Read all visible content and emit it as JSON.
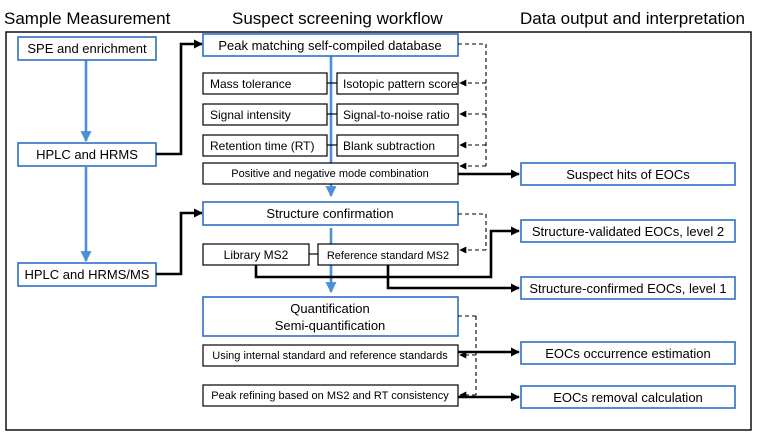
{
  "headers": {
    "left": "Sample Measurement",
    "middle": "Suspect screening workflow",
    "right": "Data output and interpretation"
  },
  "sample": {
    "spe": "SPE and enrichment",
    "hplc_hrms": "HPLC and HRMS",
    "hplc_hrmsms": "HPLC and HRMS/MS"
  },
  "screening": {
    "peak_matching": "Peak matching self-compiled database",
    "mass_tolerance": "Mass tolerance",
    "isotopic": "Isotopic pattern score",
    "signal_intensity": "Signal intensity",
    "snr": "Signal-to-noise ratio",
    "retention": "Retention time (RT)",
    "blank": "Blank subtraction",
    "mode_combo": "Positive and negative mode combination"
  },
  "confirmation": {
    "structure": "Structure confirmation",
    "library": "Library MS2",
    "reference": "Reference standard MS2"
  },
  "quant": {
    "line1": "Quantification",
    "line2": "Semi-quantification",
    "internal": "Using internal standard and reference standards",
    "refining": "Peak refining based on MS2 and RT consistency"
  },
  "outputs": {
    "suspect_hits": "Suspect hits of EOCs",
    "level2": "Structure-validated EOCs, level 2",
    "level1": "Structure-confirmed EOCs, level 1",
    "occurrence": "EOCs occurrence estimation",
    "removal": "EOCs removal calculation"
  },
  "colors": {
    "blue_flow": "#4a90d9",
    "box_border": "#2f6fc4"
  }
}
